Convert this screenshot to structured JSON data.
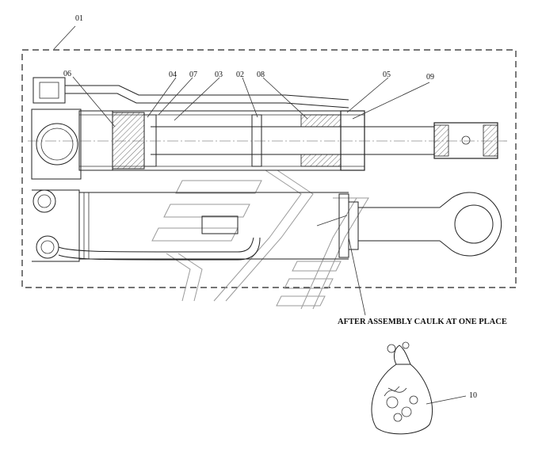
{
  "callouts": {
    "assembly": "01",
    "p02": "02",
    "p03": "03",
    "p04": "04",
    "p05": "05",
    "p06": "06",
    "p07": "07",
    "p08": "08",
    "p09": "09",
    "p10": "10"
  },
  "notes": {
    "caulk": "AFTER ASSEMBLY CAULK AT ONE PLACE"
  },
  "colors": {
    "line": "#222222",
    "watermark": "#9a9a9a"
  }
}
